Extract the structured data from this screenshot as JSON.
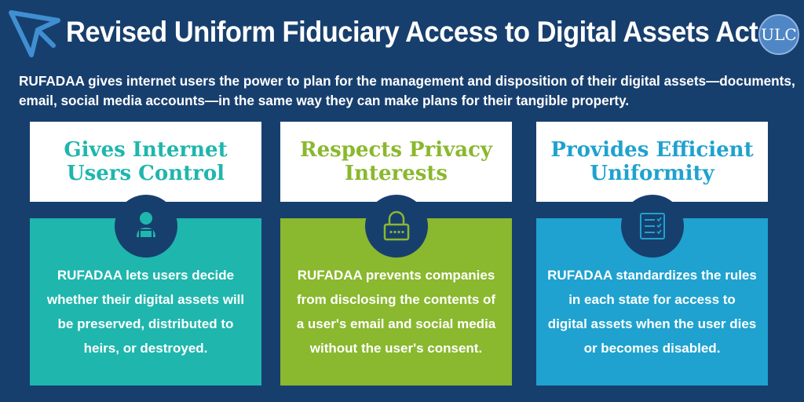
{
  "header": {
    "title": "Revised Uniform Fiduciary Access to Digital Assets Act",
    "logo_text": "ULC"
  },
  "intro": "RUFADAA gives internet users the power to plan for the management and disposition of their digital assets—documents, email, social media accounts—in the same way they can make plans for their tangible property.",
  "columns": [
    {
      "heading": "Gives Internet Users Control",
      "icon": "user-laptop-icon",
      "body": "RUFADAA lets users decide whether their digital assets will be preserved, distributed to heirs, or destroyed."
    },
    {
      "heading": "Respects Privacy Interests",
      "icon": "padlock-icon",
      "body": "RUFADAA prevents companies from disclosing the contents of a user's email and social media without the user's consent."
    },
    {
      "heading": "Provides Efficient Uniformity",
      "icon": "checklist-icon",
      "body": "RUFADAA standardizes the rules in each state for access to digital assets when the user dies or becomes disabled."
    }
  ],
  "colors": {
    "background": "#173f6e",
    "teal": "#1fb6ad",
    "green": "#8ab82e",
    "blue": "#1fa2cf"
  }
}
